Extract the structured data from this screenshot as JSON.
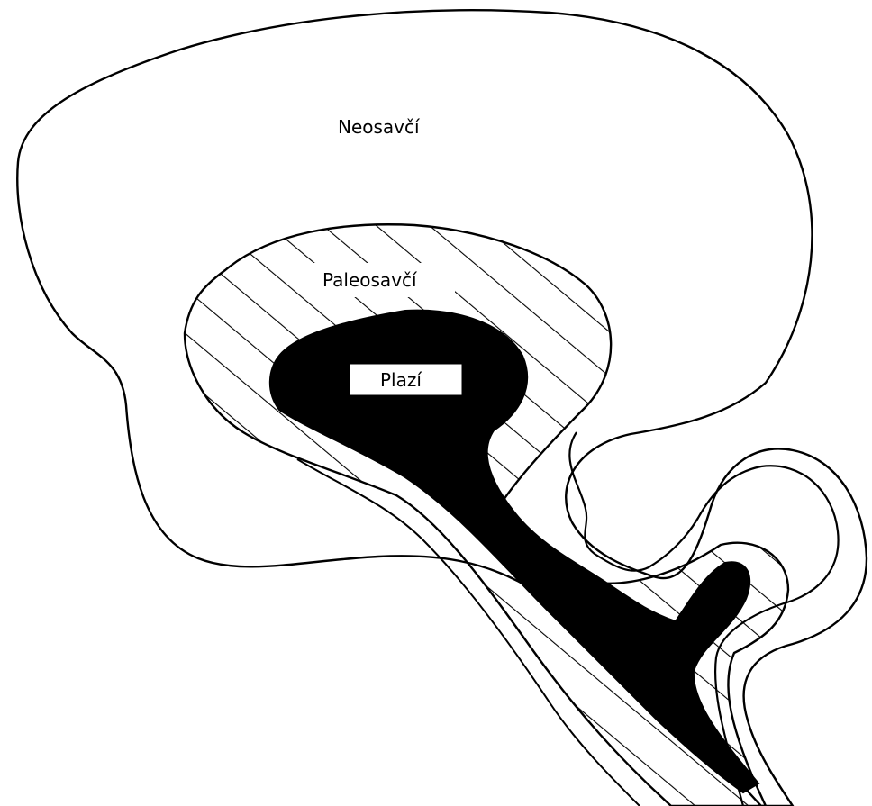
{
  "labels": {
    "neocortex": "Neosavčí",
    "paleo": "Paleosavčí",
    "reptile": "Plazí"
  },
  "colors": {
    "stroke": "#000000",
    "fill_reptile": "#000000",
    "background": "#ffffff",
    "label_box": "#ffffff"
  }
}
